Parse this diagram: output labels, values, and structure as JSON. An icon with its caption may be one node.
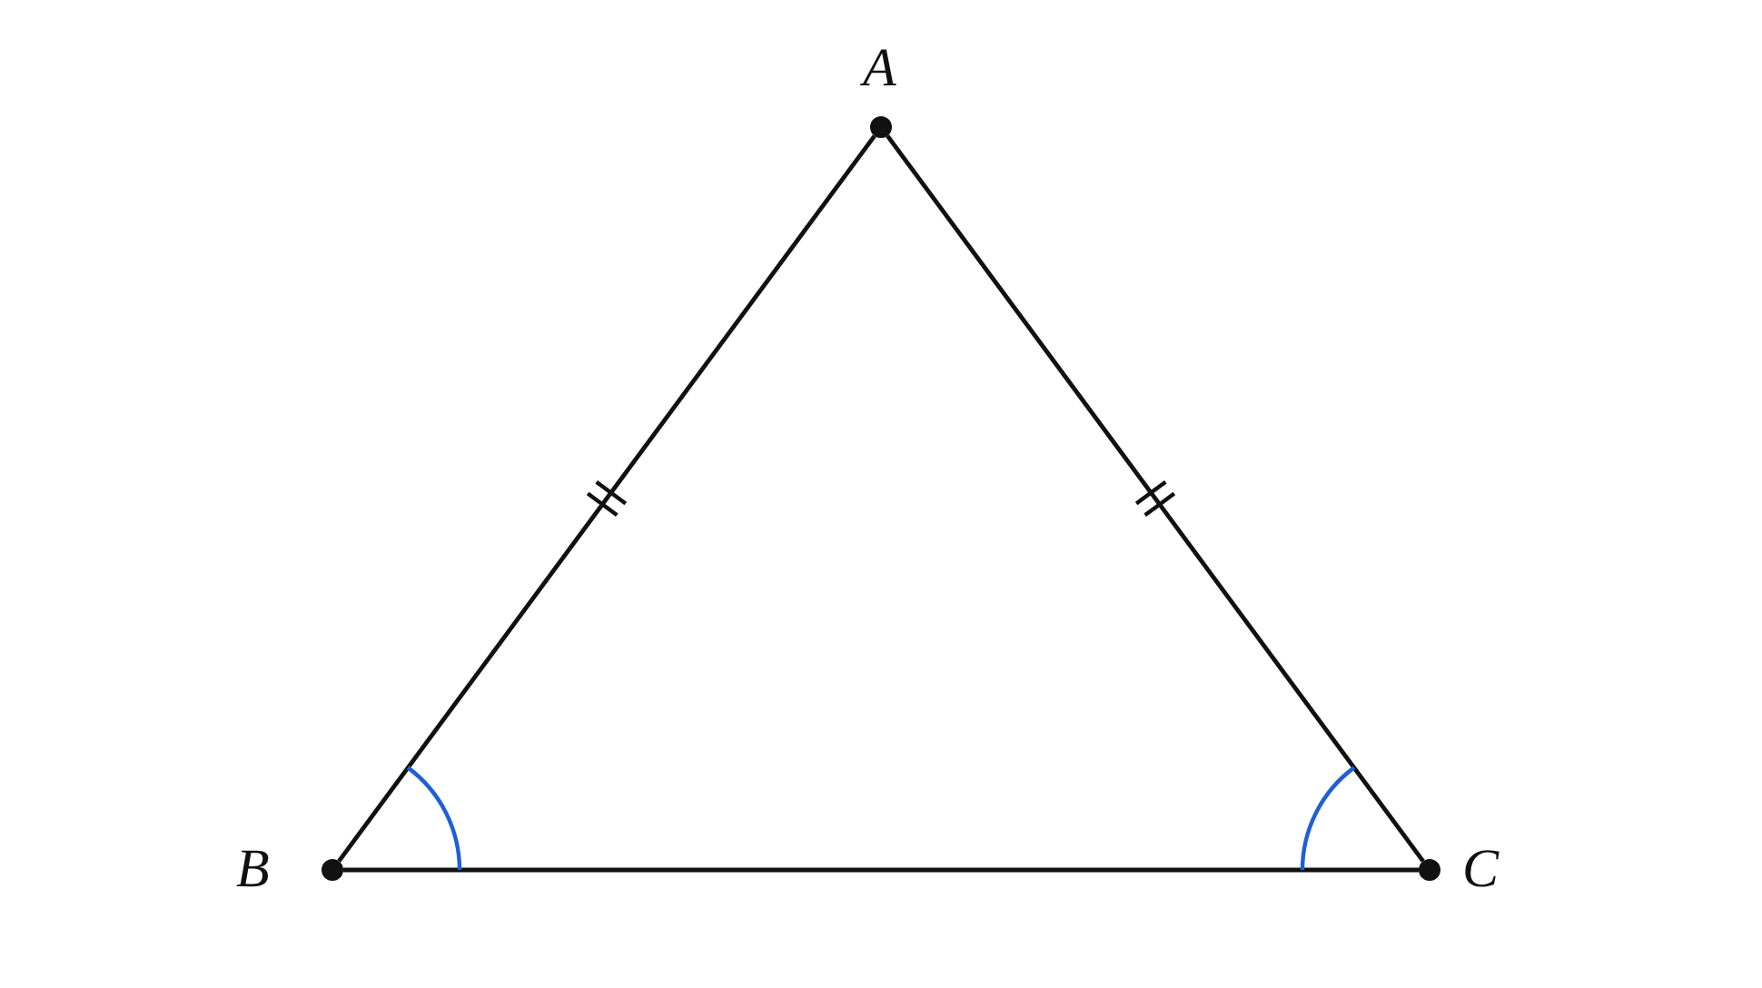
{
  "diagram": {
    "nodes": [
      {
        "text": [
          "A"
        ]
      },
      {
        "text": [
          "B"
        ]
      },
      {
        "text": [
          "C"
        ]
      }
    ],
    "edges": [
      {
        "from": 0,
        "to": 1,
        "arrow": "none"
      },
      {
        "from": 0,
        "to": 2,
        "arrow": "none"
      },
      {
        "from": 1,
        "to": 2,
        "arrow": "none"
      }
    ]
  }
}
